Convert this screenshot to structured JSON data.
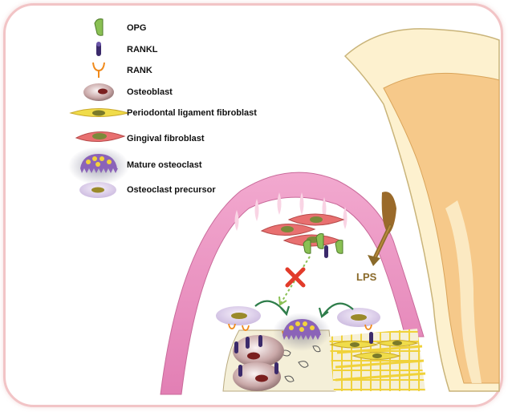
{
  "legend": [
    {
      "key": "opg",
      "label": "OPG",
      "icon": "opg-icon"
    },
    {
      "key": "rankl",
      "label": "RANKL",
      "icon": "rankl-icon"
    },
    {
      "key": "rank",
      "label": "RANK",
      "icon": "rank-icon"
    },
    {
      "key": "osteoblast",
      "label": "Osteoblast",
      "icon": "osteoblast-icon"
    },
    {
      "key": "pdl_fibroblast",
      "label": "Periodontal ligament fibroblast",
      "icon": "pdl-fibroblast-icon"
    },
    {
      "key": "gingival_fibroblast",
      "label": "Gingival fibroblast",
      "icon": "gingival-fibroblast-icon"
    },
    {
      "key": "mature_osteoclast",
      "label": "Mature osteoclast",
      "icon": "mature-osteoclast-icon"
    },
    {
      "key": "osteoclast_precursor",
      "label": "Osteoclast precursor",
      "icon": "osteoclast-precursor-icon"
    }
  ],
  "lps_label": "LPS",
  "colors": {
    "frame_border": "#f2c4c6",
    "gingiva": "#e88fbf",
    "tooth_enamel": "#fdf1cf",
    "tooth_dentin": "#f6c98a",
    "bone": "#f4efd8",
    "opg": "#8ac054",
    "rankl": "#3b2a6b",
    "rank": "#f08a1c",
    "osteoclast": "#8b63b8",
    "inhibition_x": "#e23b2a",
    "arrow_green": "#2e7d4a",
    "lps": "#8a6a2a"
  }
}
